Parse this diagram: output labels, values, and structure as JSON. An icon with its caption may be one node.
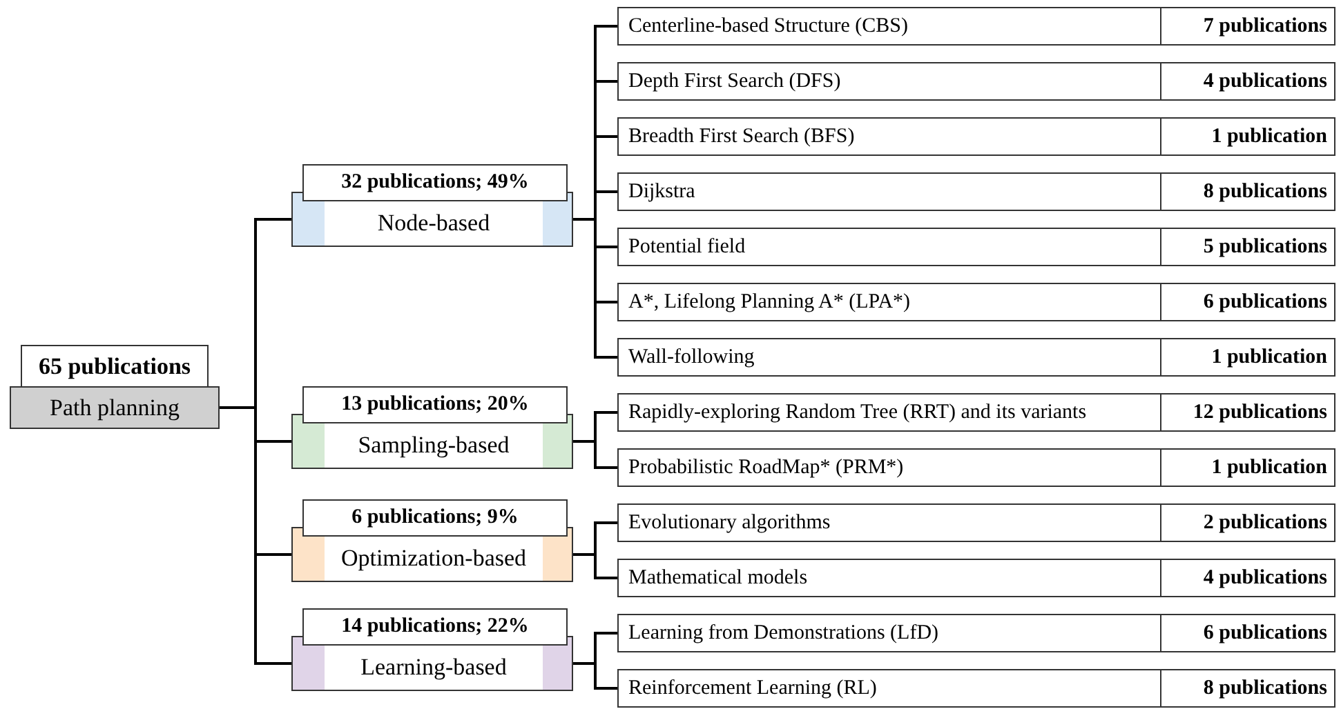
{
  "diagram": {
    "nodes": [
      {
        "text": [
          "65 publications",
          "Path planning"
        ]
      },
      {
        "text": [
          "32 publications; 49%",
          "Node-based"
        ]
      },
      {
        "text": [
          "13 publications; 20%",
          "Sampling-based"
        ]
      },
      {
        "text": [
          "6 publications; 9%",
          "Optimization-based"
        ]
      },
      {
        "text": [
          "14 publications; 22%",
          "Learning-based"
        ]
      },
      {
        "text": [
          "Centerline-based Structure (CBS)",
          "7 publications"
        ]
      },
      {
        "text": [
          "Depth First Search (DFS)",
          "4 publications"
        ]
      },
      {
        "text": [
          "Breadth First Search (BFS)",
          "1 publication"
        ]
      },
      {
        "text": [
          "Dijkstra",
          "8 publications"
        ]
      },
      {
        "text": [
          "Potential field",
          "5 publications"
        ]
      },
      {
        "text": [
          "A*, Lifelong Planning A* (LPA*)",
          "6 publications"
        ]
      },
      {
        "text": [
          "Wall-following",
          "1 publication"
        ]
      },
      {
        "text": [
          "Rapidly-exploring Random Tree (RRT) and its variants",
          "12 publications"
        ]
      },
      {
        "text": [
          "Probabilistic RoadMap* (PRM*)",
          "1 publication"
        ]
      },
      {
        "text": [
          "Evolutionary algorithms",
          "2 publications"
        ]
      },
      {
        "text": [
          "Mathematical models",
          "4 publications"
        ]
      },
      {
        "text": [
          "Learning from Demonstrations (LfD)",
          "6 publications"
        ]
      },
      {
        "text": [
          "Reinforcement Learning (RL)",
          "8 publications"
        ]
      }
    ],
    "edges": [
      {
        "from": 0,
        "to": 1,
        "arrow": "none"
      },
      {
        "from": 0,
        "to": 2,
        "arrow": "none"
      },
      {
        "from": 0,
        "to": 3,
        "arrow": "none"
      },
      {
        "from": 0,
        "to": 4,
        "arrow": "none"
      },
      {
        "from": 1,
        "to": 5,
        "arrow": "none"
      },
      {
        "from": 1,
        "to": 6,
        "arrow": "none"
      },
      {
        "from": 1,
        "to": 7,
        "arrow": "none"
      },
      {
        "from": 1,
        "to": 8,
        "arrow": "none"
      },
      {
        "from": 1,
        "to": 9,
        "arrow": "none"
      },
      {
        "from": 1,
        "to": 10,
        "arrow": "none"
      },
      {
        "from": 1,
        "to": 11,
        "arrow": "none"
      },
      {
        "from": 2,
        "to": 12,
        "arrow": "none"
      },
      {
        "from": 2,
        "to": 13,
        "arrow": "none"
      },
      {
        "from": 3,
        "to": 14,
        "arrow": "none"
      },
      {
        "from": 3,
        "to": 15,
        "arrow": "none"
      },
      {
        "from": 4,
        "to": 16,
        "arrow": "none"
      },
      {
        "from": 4,
        "to": 17,
        "arrow": "none"
      }
    ]
  }
}
